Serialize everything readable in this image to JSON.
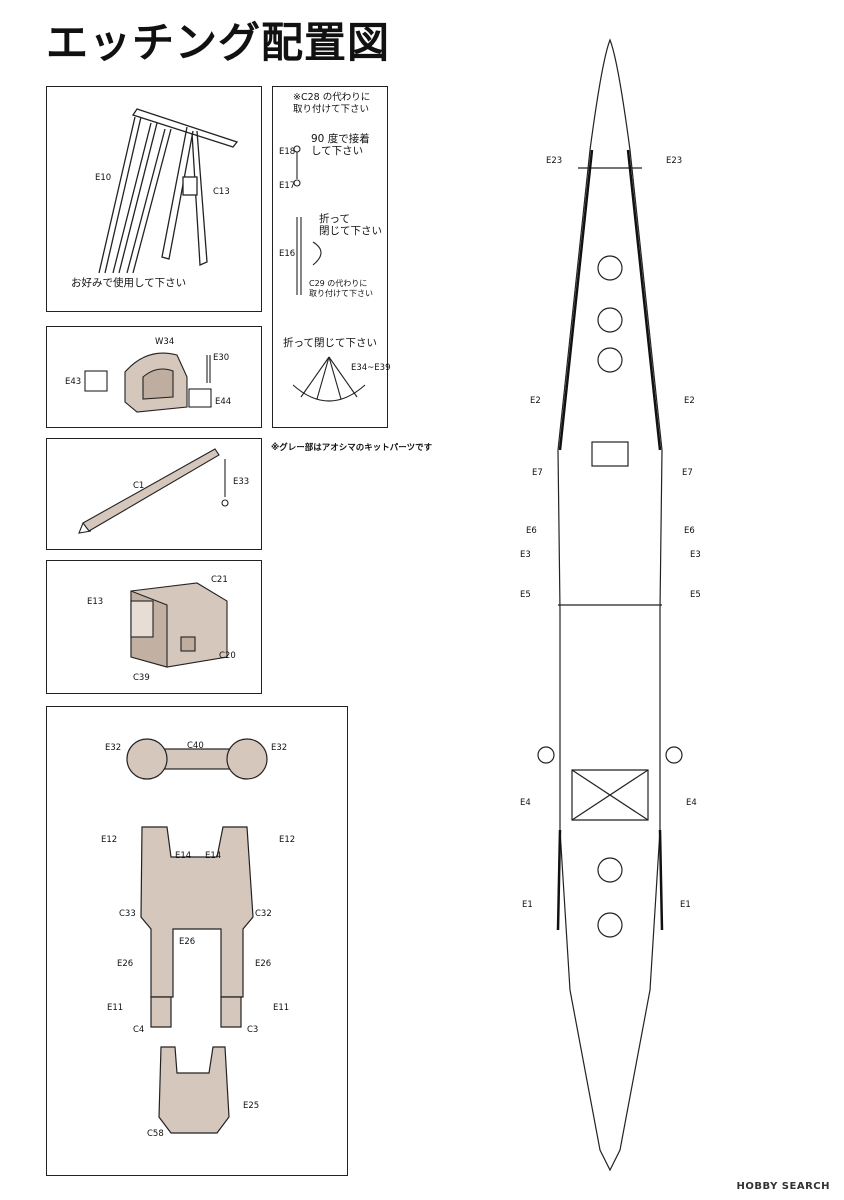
{
  "title": "エッチング配置図",
  "gray_note": "※グレー部はアオシマのキットパーツです",
  "watermark": "HOBBY SEARCH",
  "colors": {
    "part_fill": "#d6c7bd",
    "line": "#222222"
  },
  "panel1": {
    "labels": [
      "E10",
      "C13"
    ],
    "caption": "お好みで使用して下さい"
  },
  "panel2": {
    "labels": [
      "W34",
      "E30",
      "E43",
      "E44"
    ]
  },
  "panel3": {
    "labels": [
      "C1",
      "E33"
    ]
  },
  "panel4": {
    "labels": [
      "C21",
      "E13",
      "C20",
      "C39"
    ]
  },
  "panel5": {
    "labels": [
      "E32",
      "C40",
      "E32",
      "E12",
      "E12",
      "E14",
      "E14",
      "C33",
      "C32",
      "E26",
      "E26",
      "E26",
      "E11",
      "E11",
      "C4",
      "C3",
      "E25",
      "C58"
    ]
  },
  "panel6": {
    "note1": "※C28 の代わりに",
    "note1b": "取り付けて下さい",
    "step1a": "90 度で接着",
    "step1b": "して下さい",
    "labels": [
      "E18",
      "E17",
      "E16"
    ],
    "step2a": "折って",
    "step2b": "閉じて下さい",
    "note2a": "C29 の代わりに",
    "note2b": "取り付けて下さい",
    "step3": "折って閉じて下さい",
    "range": "E34~E39"
  },
  "ship_labels": {
    "left": [
      "E23",
      "E2",
      "E7",
      "E6",
      "E3",
      "E5",
      "E4",
      "E1"
    ],
    "right": [
      "E23",
      "E2",
      "E7",
      "E6",
      "E3",
      "E5",
      "E4",
      "E1"
    ]
  }
}
